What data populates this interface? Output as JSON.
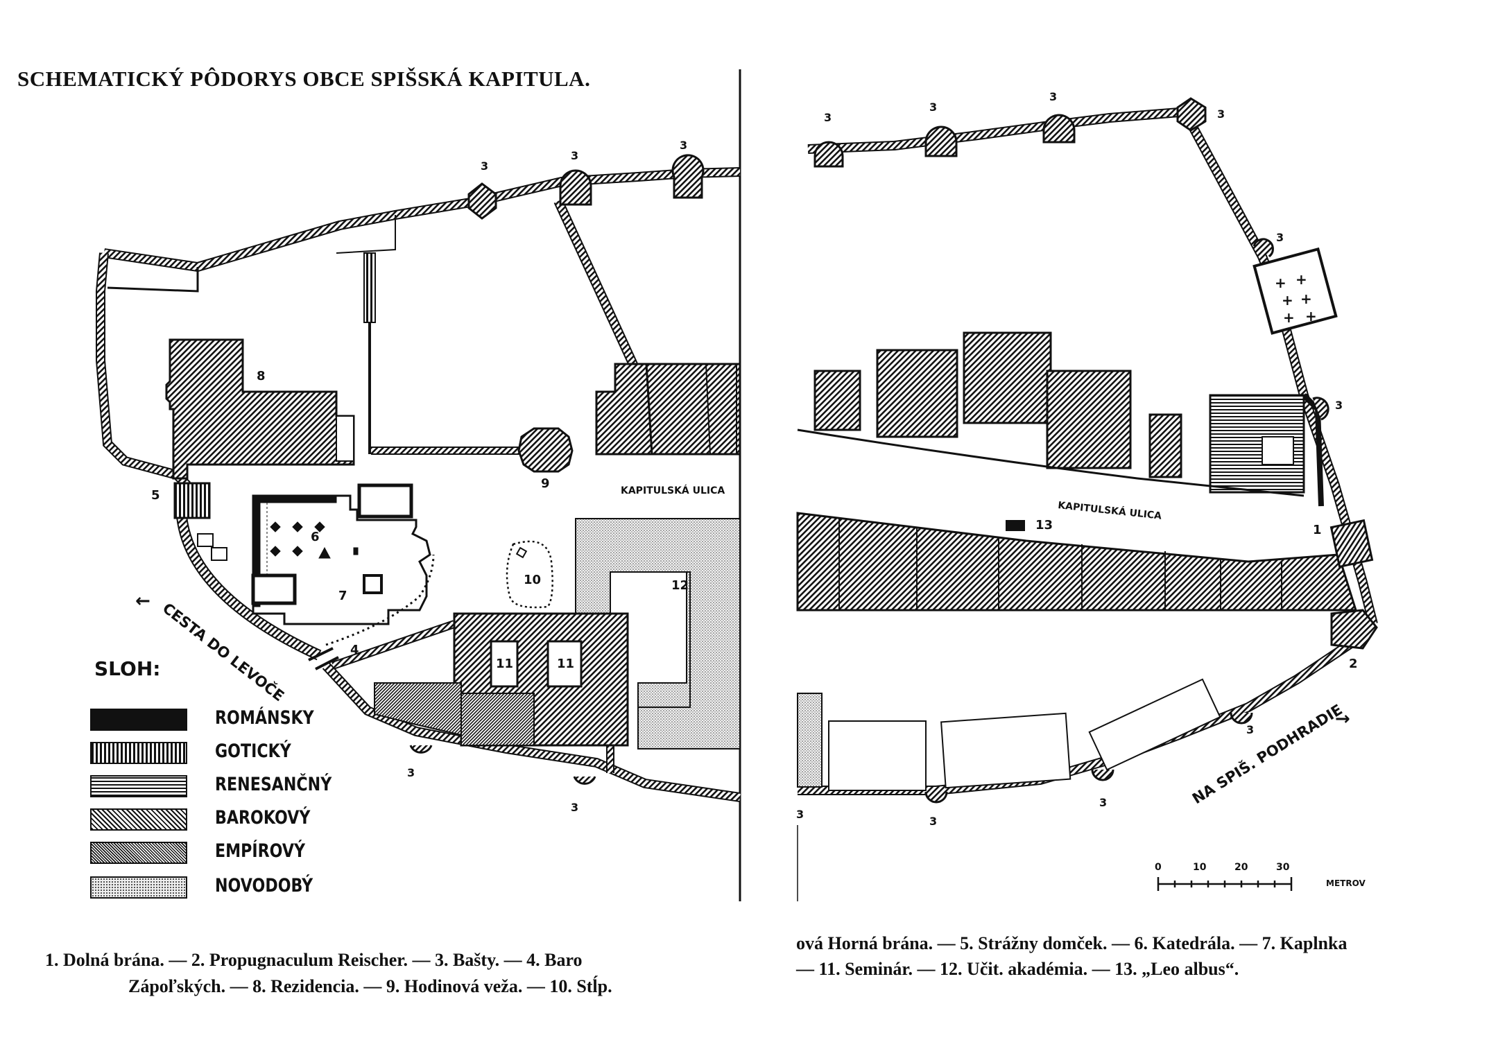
{
  "title": "SCHEMATICKÝ PÔDORYS OBCE SPIŠSKÁ KAPITULA.",
  "legend": {
    "title": "SLOH:",
    "items": [
      {
        "key": "romansky",
        "label": "ROMÁNSKY"
      },
      {
        "key": "goticky",
        "label": "GOTICKÝ"
      },
      {
        "key": "renesancny",
        "label": "RENESANČNÝ"
      },
      {
        "key": "barokovy",
        "label": "BAROKOVÝ"
      },
      {
        "key": "empirovy",
        "label": "EMPÍROVÝ"
      },
      {
        "key": "novodoby",
        "label": "NOVODOBÝ"
      }
    ]
  },
  "map_labels": {
    "street_left": "KAPITULSKÁ ULICA",
    "street_right": "KAPITULSKÁ ULICA",
    "road_levoca": "CESTA DO LEVOČE",
    "road_podhradie": "NA SPIŠ. PODHRADIE",
    "arrow_left": "←",
    "arrow_right": "→",
    "bastion": "3",
    "n1": "1",
    "n2": "2",
    "n4": "4",
    "n5": "5",
    "n6": "6",
    "n7": "7",
    "n8": "8",
    "n9": "9",
    "n10": "10",
    "n11": "11",
    "n12": "12",
    "n13": "13"
  },
  "scale": {
    "ticks": [
      "0",
      "10",
      "20",
      "30"
    ],
    "unit": "METROV"
  },
  "captions": {
    "left_line1": "1. Dolná brána. — 2. Propugnaculum Reischer. — 3. Bašty. — 4. Baro",
    "left_line2": "Zápoľských. — 8. Rezidencia. — 9. Hodinová veža. — 10. Stĺp.",
    "right_line1": "ová Horná brána. — 5. Strážny domček. — 6. Katedrála. — 7. Kaplnka",
    "right_line2": "— 11. Seminár. — 12. Učit. akadémia. — 13. „Leo albus“."
  }
}
